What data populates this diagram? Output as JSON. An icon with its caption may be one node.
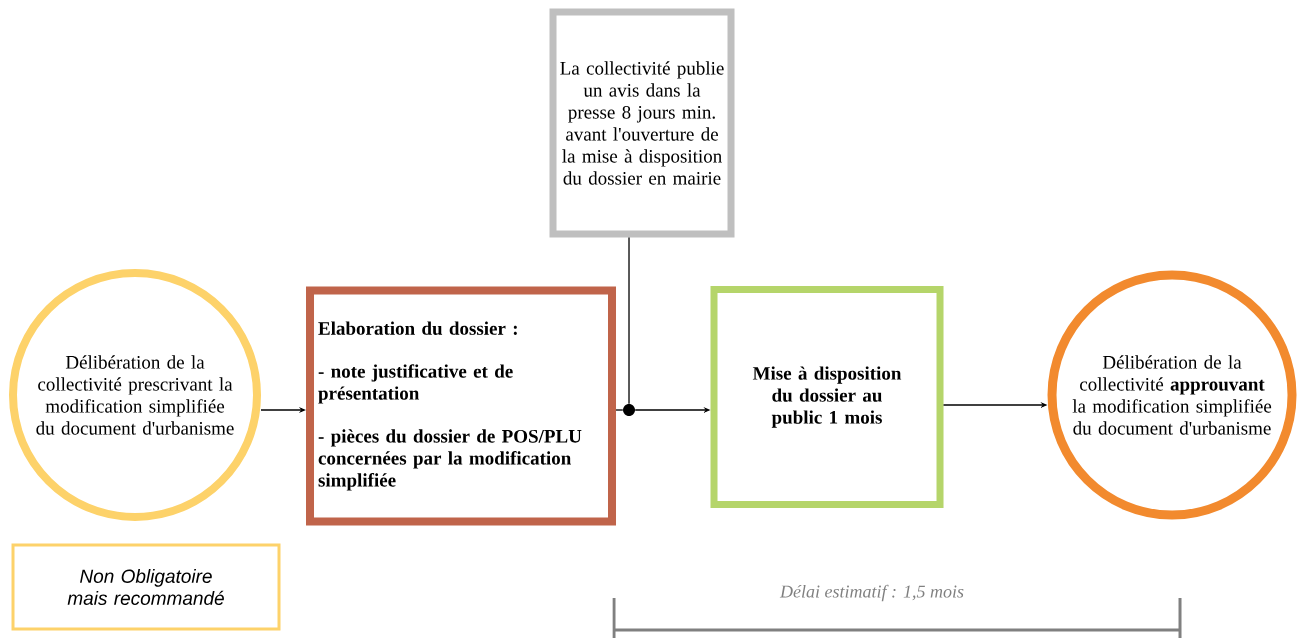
{
  "diagram": {
    "nodes": [
      {
        "text": [
          "Délibération de la collectivité prescrivant la modification simplifiée du document d'urbanisme"
        ]
      },
      {
        "text": [
          "Elaboration du dossier :",
          "- note justificative et de présentation",
          "- pièces du dossier de POS/PLU concernées par la modification simplifiée"
        ]
      },
      {
        "text": [
          "La collectivité publie un avis dans la presse 8 jours min. avant l'ouverture de la mise à disposition du dossier en mairie"
        ]
      },
      {
        "text": [],
        "shape": "circle"
      },
      {
        "text": [
          "Mise à disposition du dossier au public 1 mois"
        ]
      },
      {
        "text": [
          "Délibération de la collectivité **approuvant** la modification simplifiée du document d'urbanisme"
        ]
      },
      {
        "text": [
          "Non Obligatoire mais recommandé"
        ]
      }
    ],
    "edges": [
      {
        "from": 0,
        "to": 1,
        "arrow": "to"
      },
      {
        "from": 1,
        "to": 3,
        "arrow": "none"
      },
      {
        "from": 2,
        "to": 3,
        "arrow": "none"
      },
      {
        "from": 3,
        "to": 4,
        "arrow": "to"
      },
      {
        "from": 4,
        "to": 5,
        "arrow": "to"
      }
    ],
    "labels": [
      "Délai estimatif :  1,5 mois"
    ]
  }
}
